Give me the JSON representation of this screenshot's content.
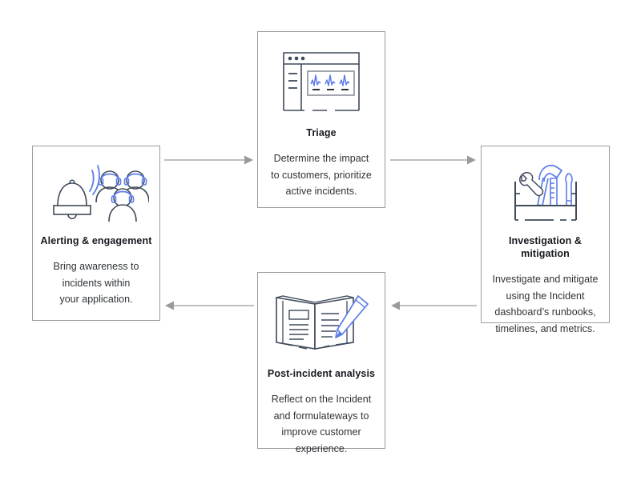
{
  "diagram": {
    "title": "Incident response lifecycle",
    "colors": {
      "card_border": "#999b9e",
      "title_text": "#16191f",
      "body_text": "#2f3337",
      "arrow": "#9b9b9b",
      "icon_line": "#3f4a5a",
      "icon_accent": "#5b7ce8"
    },
    "cards": [
      {
        "id": "alerting",
        "title": "Alerting & engagement",
        "description": "Bring awareness to incidents within your application.",
        "description_lines": [
          "Bring awareness to",
          "incidents within",
          "your application."
        ],
        "icon": "bell-and-people-icon"
      },
      {
        "id": "triage",
        "title": "Triage",
        "description": "Determine the impact to customers, prioritize active incidents.",
        "description_lines": [
          "Determine the impact",
          "to customers, prioritize",
          "active incidents."
        ],
        "icon": "dashboard-window-icon"
      },
      {
        "id": "investigation",
        "title": "Investigation & mitigation",
        "description": "Investigate and mitigate using the Incident dashboard’s runbooks, timelines, and metrics.",
        "description_lines": [
          "Investigate and mitigate",
          "using the Incident",
          "dashboard’s runbooks,",
          "timelines, and metrics."
        ],
        "icon": "toolbox-icon"
      },
      {
        "id": "post-incident",
        "title": "Post-incident analysis",
        "description": "Reflect on the Incident and formulateways to improve customer experience.",
        "description_lines": [
          "Reflect on the Incident",
          "and formulateways to",
          "improve customer experience."
        ],
        "icon": "book-and-pencil-icon"
      }
    ],
    "arrows": [
      {
        "id": "alerting-to-triage",
        "direction": "right",
        "from": "alerting",
        "to": "triage"
      },
      {
        "id": "triage-to-investigation",
        "direction": "right",
        "from": "triage",
        "to": "investigation"
      },
      {
        "id": "investigation-to-post-incident",
        "direction": "left",
        "from": "investigation",
        "to": "post-incident"
      },
      {
        "id": "post-incident-to-alerting",
        "direction": "left",
        "from": "post-incident",
        "to": "alerting"
      }
    ]
  }
}
